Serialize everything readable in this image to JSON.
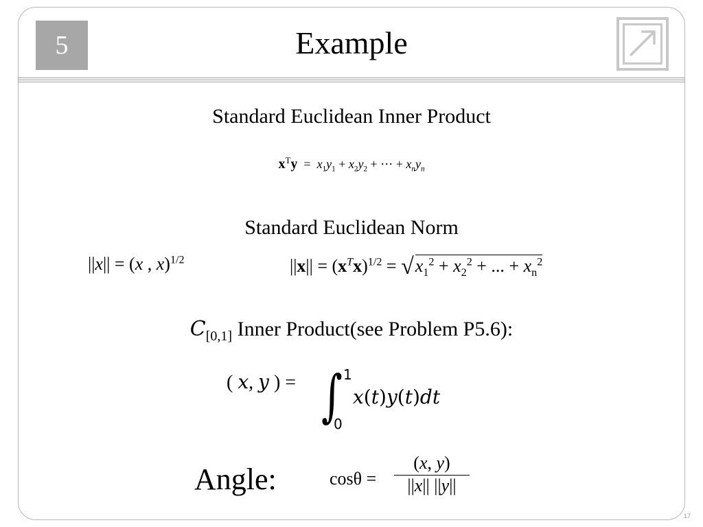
{
  "slide": {
    "chapter_number": "5",
    "title": "Example",
    "page_number": "17",
    "nav_icon": "expand-arrow-icon"
  },
  "content": {
    "heading_inner_product": "Standard Euclidean Inner Product",
    "heading_norm": "Standard Euclidean Norm",
    "c_space": "C",
    "c_interval": "[0,1]",
    "c_heading_rest": "Inner Product(see Problem P5.6):",
    "angle_label": "Angle:",
    "cos_label": "cosθ =",
    "integral_upper": "1",
    "integral_lower": "0"
  }
}
